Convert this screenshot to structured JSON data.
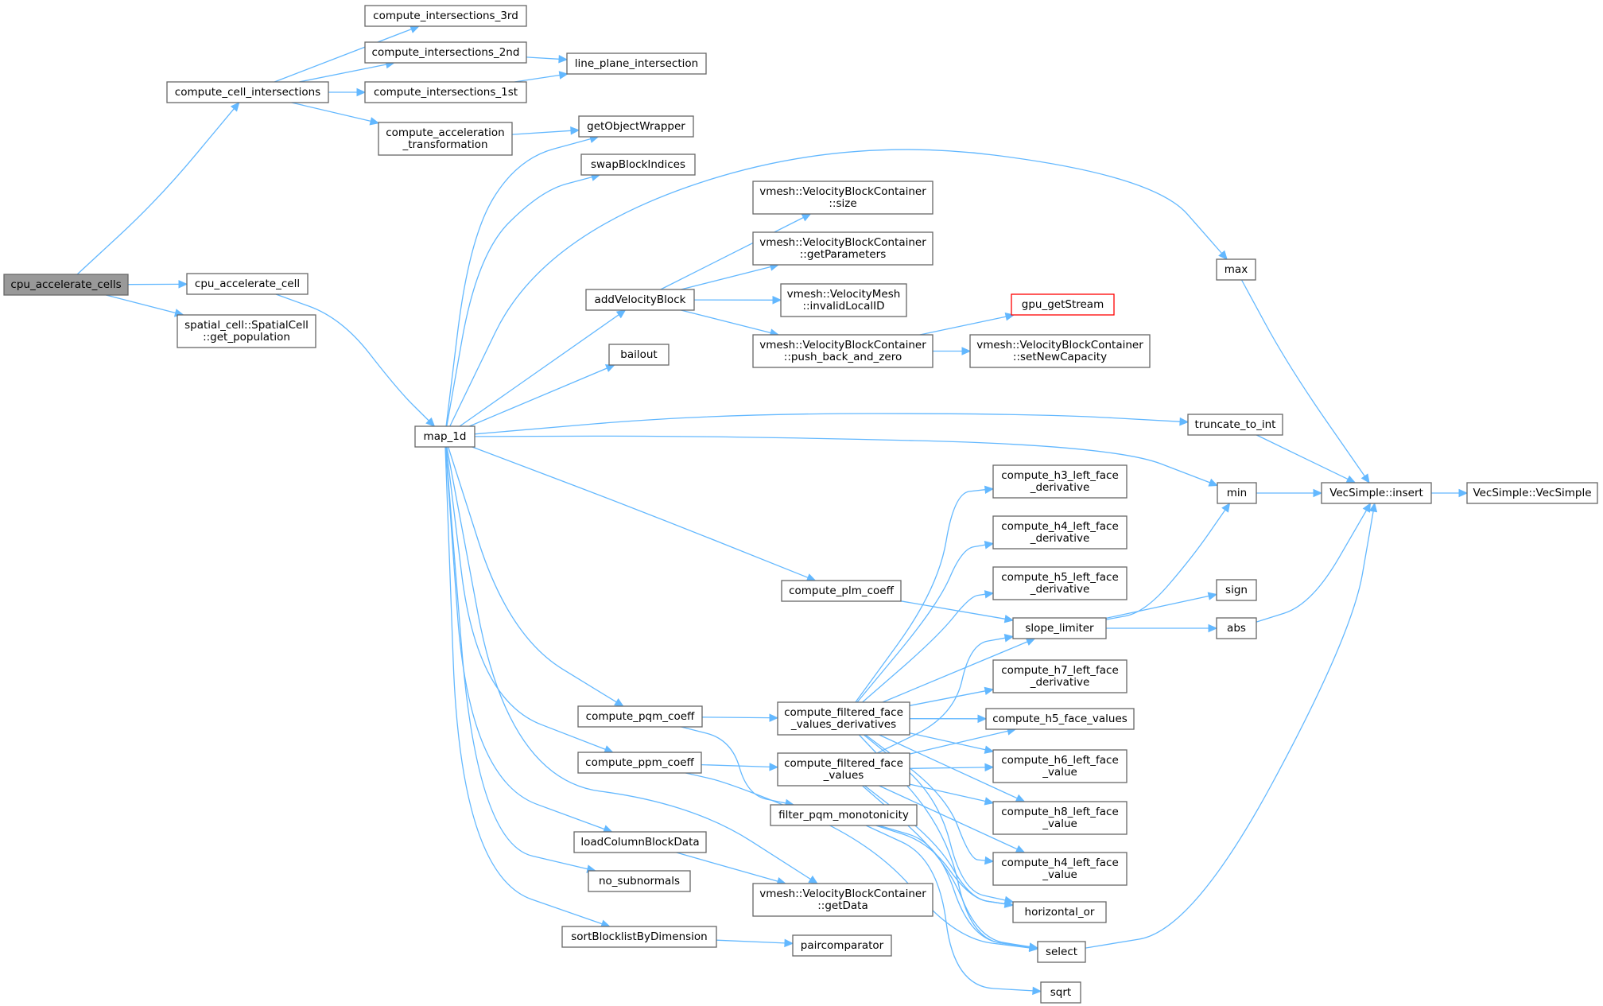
{
  "graph": {
    "nodes": [
      {
        "id": "cpu_accelerate_cells",
        "lines": [
          "cpu_accelerate_cells"
        ],
        "root": true
      },
      {
        "id": "compute_cell_intersections",
        "lines": [
          "compute_cell_intersections"
        ]
      },
      {
        "id": "compute_intersections_3rd",
        "lines": [
          "compute_intersections_3rd"
        ]
      },
      {
        "id": "compute_intersections_2nd",
        "lines": [
          "compute_intersections_2nd"
        ]
      },
      {
        "id": "compute_intersections_1st",
        "lines": [
          "compute_intersections_1st"
        ]
      },
      {
        "id": "line_plane_intersection",
        "lines": [
          "line_plane_intersection"
        ]
      },
      {
        "id": "compute_acceleration_transformation",
        "lines": [
          "compute_acceleration",
          "_transformation"
        ]
      },
      {
        "id": "getObjectWrapper",
        "lines": [
          "getObjectWrapper"
        ]
      },
      {
        "id": "swapBlockIndices",
        "lines": [
          "swapBlockIndices"
        ]
      },
      {
        "id": "cpu_accelerate_cell",
        "lines": [
          "cpu_accelerate_cell"
        ]
      },
      {
        "id": "get_population",
        "lines": [
          "spatial_cell::SpatialCell",
          "::get_population"
        ]
      },
      {
        "id": "map_1d",
        "lines": [
          "map_1d"
        ]
      },
      {
        "id": "addVelocityBlock",
        "lines": [
          "addVelocityBlock"
        ]
      },
      {
        "id": "bailout",
        "lines": [
          "bailout"
        ]
      },
      {
        "id": "vbc_size",
        "lines": [
          "vmesh::VelocityBlockContainer",
          "::size"
        ]
      },
      {
        "id": "vbc_getParameters",
        "lines": [
          "vmesh::VelocityBlockContainer",
          "::getParameters"
        ]
      },
      {
        "id": "vm_invalidLocalID",
        "lines": [
          "vmesh::VelocityMesh",
          "::invalidLocalID"
        ]
      },
      {
        "id": "vbc_push_back_and_zero",
        "lines": [
          "vmesh::VelocityBlockContainer",
          "::push_back_and_zero"
        ]
      },
      {
        "id": "gpu_getStream",
        "lines": [
          "gpu_getStream"
        ],
        "warn": true
      },
      {
        "id": "vbc_setNewCapacity",
        "lines": [
          "vmesh::VelocityBlockContainer",
          "::setNewCapacity"
        ]
      },
      {
        "id": "max",
        "lines": [
          "max"
        ]
      },
      {
        "id": "truncate_to_int",
        "lines": [
          "truncate_to_int"
        ]
      },
      {
        "id": "min",
        "lines": [
          "min"
        ]
      },
      {
        "id": "VecSimple_insert",
        "lines": [
          "VecSimple::insert"
        ]
      },
      {
        "id": "VecSimple_VecSimple",
        "lines": [
          "VecSimple::VecSimple"
        ]
      },
      {
        "id": "compute_h3_left_face_derivative",
        "lines": [
          "compute_h3_left_face",
          "_derivative"
        ]
      },
      {
        "id": "compute_h4_left_face_derivative",
        "lines": [
          "compute_h4_left_face",
          "_derivative"
        ]
      },
      {
        "id": "compute_h5_left_face_derivative",
        "lines": [
          "compute_h5_left_face",
          "_derivative"
        ]
      },
      {
        "id": "compute_plm_coeff",
        "lines": [
          "compute_plm_coeff"
        ]
      },
      {
        "id": "slope_limiter",
        "lines": [
          "slope_limiter"
        ]
      },
      {
        "id": "sign",
        "lines": [
          "sign"
        ]
      },
      {
        "id": "abs",
        "lines": [
          "abs"
        ]
      },
      {
        "id": "compute_h7_left_face_derivative",
        "lines": [
          "compute_h7_left_face",
          "_derivative"
        ]
      },
      {
        "id": "compute_pqm_coeff",
        "lines": [
          "compute_pqm_coeff"
        ]
      },
      {
        "id": "compute_filtered_face_values_derivatives",
        "lines": [
          "compute_filtered_face",
          "_values_derivatives"
        ]
      },
      {
        "id": "compute_h5_face_values",
        "lines": [
          "compute_h5_face_values"
        ]
      },
      {
        "id": "compute_ppm_coeff",
        "lines": [
          "compute_ppm_coeff"
        ]
      },
      {
        "id": "compute_filtered_face_values",
        "lines": [
          "compute_filtered_face",
          "_values"
        ]
      },
      {
        "id": "compute_h6_left_face_value",
        "lines": [
          "compute_h6_left_face",
          "_value"
        ]
      },
      {
        "id": "filter_pqm_monotonicity",
        "lines": [
          "filter_pqm_monotonicity"
        ]
      },
      {
        "id": "compute_h8_left_face_value",
        "lines": [
          "compute_h8_left_face",
          "_value"
        ]
      },
      {
        "id": "loadColumnBlockData",
        "lines": [
          "loadColumnBlockData"
        ]
      },
      {
        "id": "compute_h4_left_face_value",
        "lines": [
          "compute_h4_left_face",
          "_value"
        ]
      },
      {
        "id": "no_subnormals",
        "lines": [
          "no_subnormals"
        ]
      },
      {
        "id": "vbc_getData",
        "lines": [
          "vmesh::VelocityBlockContainer",
          "::getData"
        ]
      },
      {
        "id": "horizontal_or",
        "lines": [
          "horizontal_or"
        ]
      },
      {
        "id": "sortBlocklistByDimension",
        "lines": [
          "sortBlocklistByDimension"
        ]
      },
      {
        "id": "paircomparator",
        "lines": [
          "paircomparator"
        ]
      },
      {
        "id": "select",
        "lines": [
          "select"
        ]
      },
      {
        "id": "sqrt",
        "lines": [
          "sqrt"
        ]
      }
    ],
    "edges": [
      [
        "cpu_accelerate_cells",
        "compute_cell_intersections"
      ],
      [
        "cpu_accelerate_cells",
        "cpu_accelerate_cell"
      ],
      [
        "cpu_accelerate_cells",
        "get_population"
      ],
      [
        "compute_cell_intersections",
        "compute_intersections_3rd"
      ],
      [
        "compute_cell_intersections",
        "compute_intersections_2nd"
      ],
      [
        "compute_cell_intersections",
        "compute_intersections_1st"
      ],
      [
        "compute_cell_intersections",
        "compute_acceleration_transformation"
      ],
      [
        "compute_intersections_2nd",
        "line_plane_intersection"
      ],
      [
        "compute_intersections_1st",
        "line_plane_intersection"
      ],
      [
        "compute_acceleration_transformation",
        "getObjectWrapper"
      ],
      [
        "cpu_accelerate_cell",
        "map_1d"
      ],
      [
        "map_1d",
        "getObjectWrapper"
      ],
      [
        "map_1d",
        "swapBlockIndices"
      ],
      [
        "map_1d",
        "max"
      ],
      [
        "map_1d",
        "addVelocityBlock"
      ],
      [
        "map_1d",
        "bailout"
      ],
      [
        "map_1d",
        "truncate_to_int"
      ],
      [
        "map_1d",
        "min"
      ],
      [
        "map_1d",
        "compute_plm_coeff"
      ],
      [
        "map_1d",
        "compute_pqm_coeff"
      ],
      [
        "map_1d",
        "compute_ppm_coeff"
      ],
      [
        "map_1d",
        "loadColumnBlockData"
      ],
      [
        "map_1d",
        "no_subnormals"
      ],
      [
        "map_1d",
        "vbc_getData"
      ],
      [
        "map_1d",
        "sortBlocklistByDimension"
      ],
      [
        "addVelocityBlock",
        "vbc_size"
      ],
      [
        "addVelocityBlock",
        "vbc_getParameters"
      ],
      [
        "addVelocityBlock",
        "vm_invalidLocalID"
      ],
      [
        "addVelocityBlock",
        "vbc_push_back_and_zero"
      ],
      [
        "vbc_push_back_and_zero",
        "gpu_getStream"
      ],
      [
        "vbc_push_back_and_zero",
        "vbc_setNewCapacity"
      ],
      [
        "max",
        "VecSimple_insert"
      ],
      [
        "truncate_to_int",
        "VecSimple_insert"
      ],
      [
        "min",
        "VecSimple_insert"
      ],
      [
        "VecSimple_insert",
        "VecSimple_VecSimple"
      ],
      [
        "compute_plm_coeff",
        "slope_limiter"
      ],
      [
        "slope_limiter",
        "min"
      ],
      [
        "slope_limiter",
        "sign"
      ],
      [
        "slope_limiter",
        "abs"
      ],
      [
        "abs",
        "VecSimple_insert"
      ],
      [
        "compute_pqm_coeff",
        "compute_filtered_face_values_derivatives"
      ],
      [
        "compute_pqm_coeff",
        "filter_pqm_monotonicity"
      ],
      [
        "compute_ppm_coeff",
        "compute_filtered_face_values"
      ],
      [
        "compute_ppm_coeff",
        "select"
      ],
      [
        "compute_filtered_face_values_derivatives",
        "compute_h3_left_face_derivative"
      ],
      [
        "compute_filtered_face_values_derivatives",
        "compute_h4_left_face_derivative"
      ],
      [
        "compute_filtered_face_values_derivatives",
        "compute_h5_left_face_derivative"
      ],
      [
        "compute_filtered_face_values_derivatives",
        "slope_limiter"
      ],
      [
        "compute_filtered_face_values_derivatives",
        "compute_h7_left_face_derivative"
      ],
      [
        "compute_filtered_face_values_derivatives",
        "compute_h5_face_values"
      ],
      [
        "compute_filtered_face_values_derivatives",
        "compute_h6_left_face_value"
      ],
      [
        "compute_filtered_face_values_derivatives",
        "compute_h8_left_face_value"
      ],
      [
        "compute_filtered_face_values_derivatives",
        "compute_h4_left_face_value"
      ],
      [
        "compute_filtered_face_values_derivatives",
        "horizontal_or"
      ],
      [
        "compute_filtered_face_values_derivatives",
        "select"
      ],
      [
        "compute_filtered_face_values",
        "slope_limiter"
      ],
      [
        "compute_filtered_face_values",
        "compute_h5_face_values"
      ],
      [
        "compute_filtered_face_values",
        "compute_h6_left_face_value"
      ],
      [
        "compute_filtered_face_values",
        "compute_h8_left_face_value"
      ],
      [
        "compute_filtered_face_values",
        "compute_h4_left_face_value"
      ],
      [
        "compute_filtered_face_values",
        "horizontal_or"
      ],
      [
        "compute_filtered_face_values",
        "select"
      ],
      [
        "filter_pqm_monotonicity",
        "horizontal_or"
      ],
      [
        "filter_pqm_monotonicity",
        "select"
      ],
      [
        "filter_pqm_monotonicity",
        "sqrt"
      ],
      [
        "loadColumnBlockData",
        "vbc_getData"
      ],
      [
        "sortBlocklistByDimension",
        "paircomparator"
      ],
      [
        "select",
        "VecSimple_insert"
      ]
    ]
  }
}
